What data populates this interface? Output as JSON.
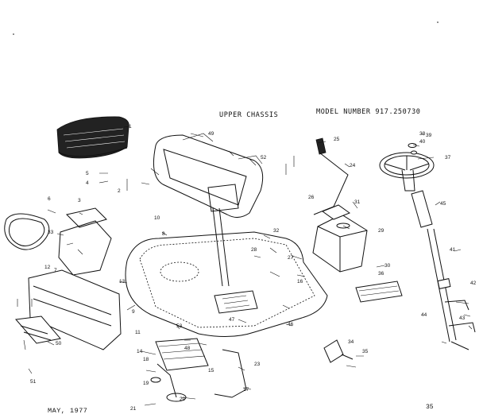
{
  "header": {
    "title": "UPPER CHASSIS",
    "model": "MODEL NUMBER 917.250730"
  },
  "footer": {
    "date": "MAY, 1977",
    "page": "35"
  },
  "callouts": [
    "1",
    "2",
    "3",
    "4",
    "5",
    "6",
    "7",
    "8",
    "9",
    "10",
    "11",
    "12",
    "13",
    "14",
    "15",
    "16",
    "17",
    "18",
    "19",
    "20",
    "21",
    "23",
    "24",
    "25",
    "26",
    "27",
    "28",
    "29",
    "30",
    "31",
    "32",
    "33",
    "34",
    "35",
    "36",
    "37",
    "38",
    "39",
    "40",
    "41",
    "42",
    "43",
    "44",
    "45",
    "46",
    "47",
    "48",
    "49",
    "50",
    "51",
    "52",
    "53"
  ],
  "colors": {
    "ink": "#111111",
    "paper": "#ffffff"
  }
}
